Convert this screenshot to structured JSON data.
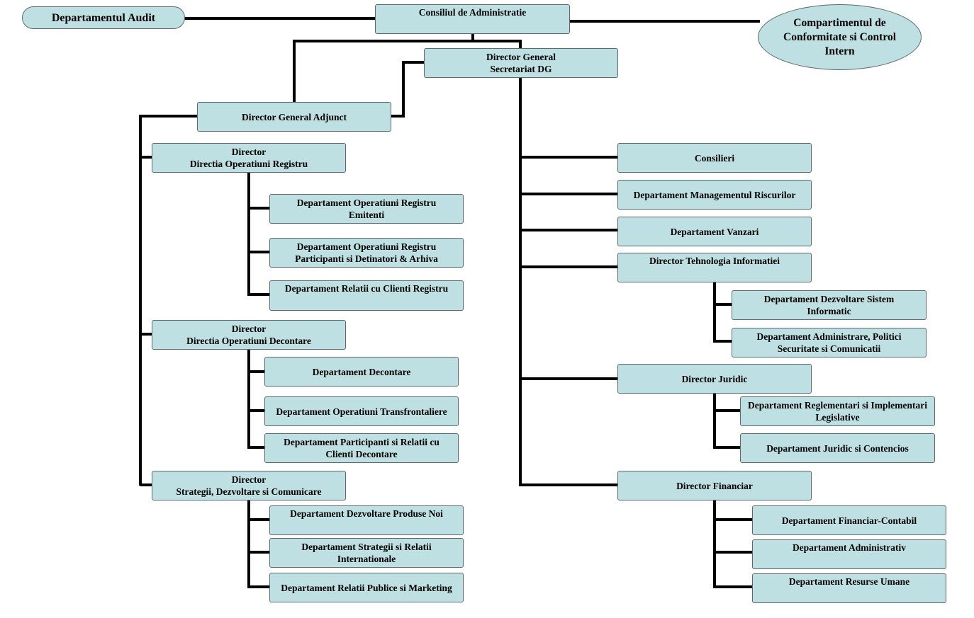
{
  "colors": {
    "box_fill": "#bfe0e3",
    "box_border": "#5a6b6e",
    "connector": "#000000"
  },
  "boxes": {
    "audit": "Departamentul Audit",
    "board": "Consiliul de Administratie",
    "compliance": "Compartimentul de\nConformitate si Control\nIntern",
    "dg": "Director General\nSecretariat DG",
    "dga": "Director General Adjunct",
    "dir_registru": "Director\nDirectia Operatiuni Registru",
    "dep_reg_emitenti": "Departament Operatiuni Registru\nEmitenti",
    "dep_reg_participanti": "Departament Operatiuni Registru\nParticipanti si Detinatori & Arhiva",
    "dep_reg_clienti": "Departament Relatii cu Clienti Registru",
    "dir_decontare": "Director\nDirectia Operatiuni Decontare",
    "dep_decontare": "Departament Decontare",
    "dep_transfrontaliere": "Departament Operatiuni Transfrontaliere",
    "dep_participanti_decontare": "Departament Participanti si Relatii cu\nClienti Decontare",
    "dir_strategii": "Director\nStrategii, Dezvoltare si Comunicare",
    "dep_produse": "Departament Dezvoltare Produse Noi",
    "dep_strategii_relatii": "Departament Strategii si Relatii\nInternationale",
    "dep_relatii_publice": "Departament Relatii Publice si Marketing",
    "consilieri": "Consilieri",
    "dep_riscuri": "Departament Managementul Riscurilor",
    "dep_vanzari": "Departament Vanzari",
    "dir_it": "Director Tehnologia Informatiei",
    "dep_dezvoltare_sistem": "Departament Dezvoltare Sistem\nInformatic",
    "dep_administrare_politici": "Departament Administrare, Politici\nSecuritate si Comunicatii",
    "dir_juridic": "Director Juridic",
    "dep_reglementari": "Departament Reglementari si Implementari\nLegislative",
    "dep_juridic_contencios": "Departament Juridic si Contencios",
    "dir_financiar": "Director Financiar",
    "dep_financiar_contabil": "Departament Financiar-Contabil",
    "dep_administrativ": "Departament Administrativ",
    "dep_resurse_umane": "Departament Resurse Umane"
  }
}
